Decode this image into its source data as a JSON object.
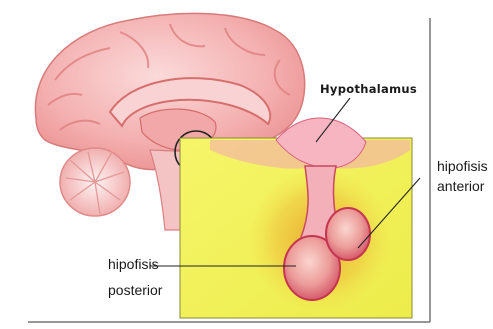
{
  "labels": {
    "hypothalamus": "Hypothalamus",
    "anterior_line1": "hipofisis",
    "anterior_line2": "anterior",
    "posterior_line1": "hipofisis",
    "posterior_line2": "posterior"
  },
  "colors": {
    "brain_outer": "#f19a9a",
    "brain_gyri": "#f7c0c0",
    "brain_inner": "#f6b4b4",
    "cerebellum": "#f6caca",
    "inset_background": "#f1f157",
    "pituitary_glow": "#e6a030",
    "pituitary_tissue": "#d9556d",
    "border": "#555555"
  }
}
